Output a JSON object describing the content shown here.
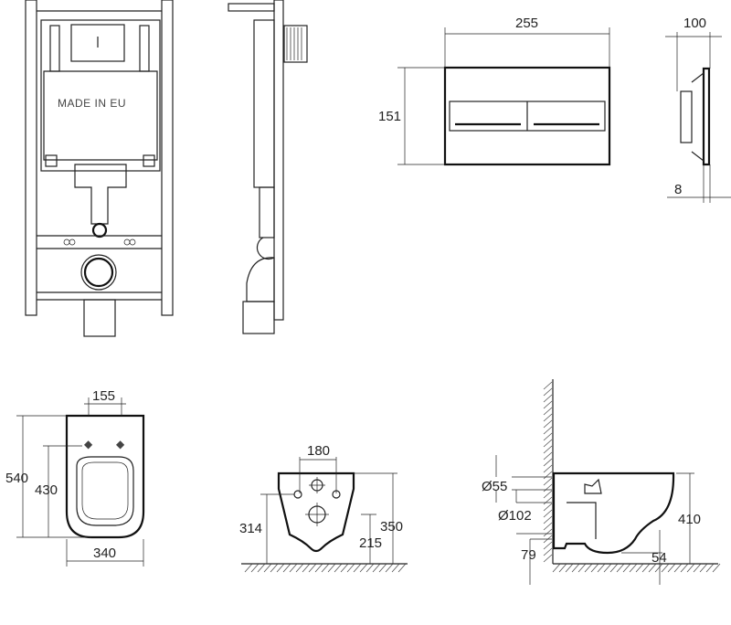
{
  "frame": {
    "mark": "MADE IN EU"
  },
  "flush_plate": {
    "width": "255",
    "height": "151",
    "depth": "100",
    "thickness": "8"
  },
  "bowl_top": {
    "seat_width": "155",
    "length": "540",
    "inner_length": "430",
    "width": "340"
  },
  "bowl_front": {
    "fixing_distance": "180",
    "fixing_height": "314",
    "top_height": "350",
    "outlet_height": "215"
  },
  "bowl_side": {
    "water_inlet": "Ø55",
    "outlet": "Ø102",
    "outlet_height": "79",
    "bottom_clearance": "54",
    "height": "410"
  }
}
